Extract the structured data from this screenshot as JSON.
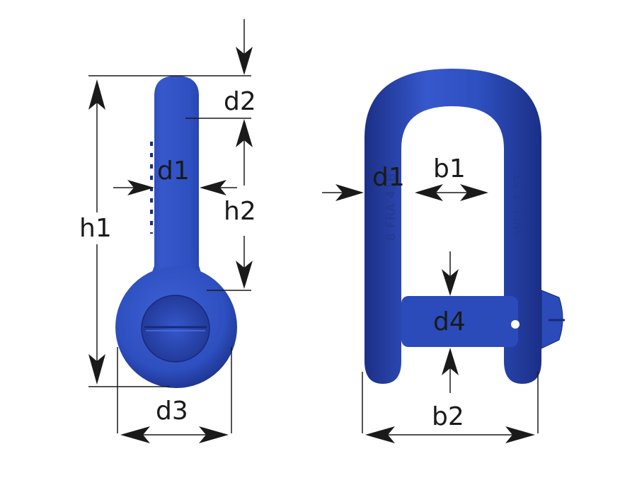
{
  "colors": {
    "shackle_body": "#2d4fbf",
    "shackle_dark": "#1b2f86",
    "shackle_light": "#4c6fe0",
    "dimension_lines": "#1a1a1a",
    "emboss_text": "#22398f"
  },
  "labels": {
    "h1": "h1",
    "h2": "h2",
    "d1_side": "d1",
    "d2": "d2",
    "d3": "d3",
    "d1_front": "d1",
    "b1": "b1",
    "b2": "b2",
    "d4": "d4"
  },
  "embossing": {
    "left_leg": "8 FRA 41B",
    "right_leg": "WLL 4,5T"
  }
}
